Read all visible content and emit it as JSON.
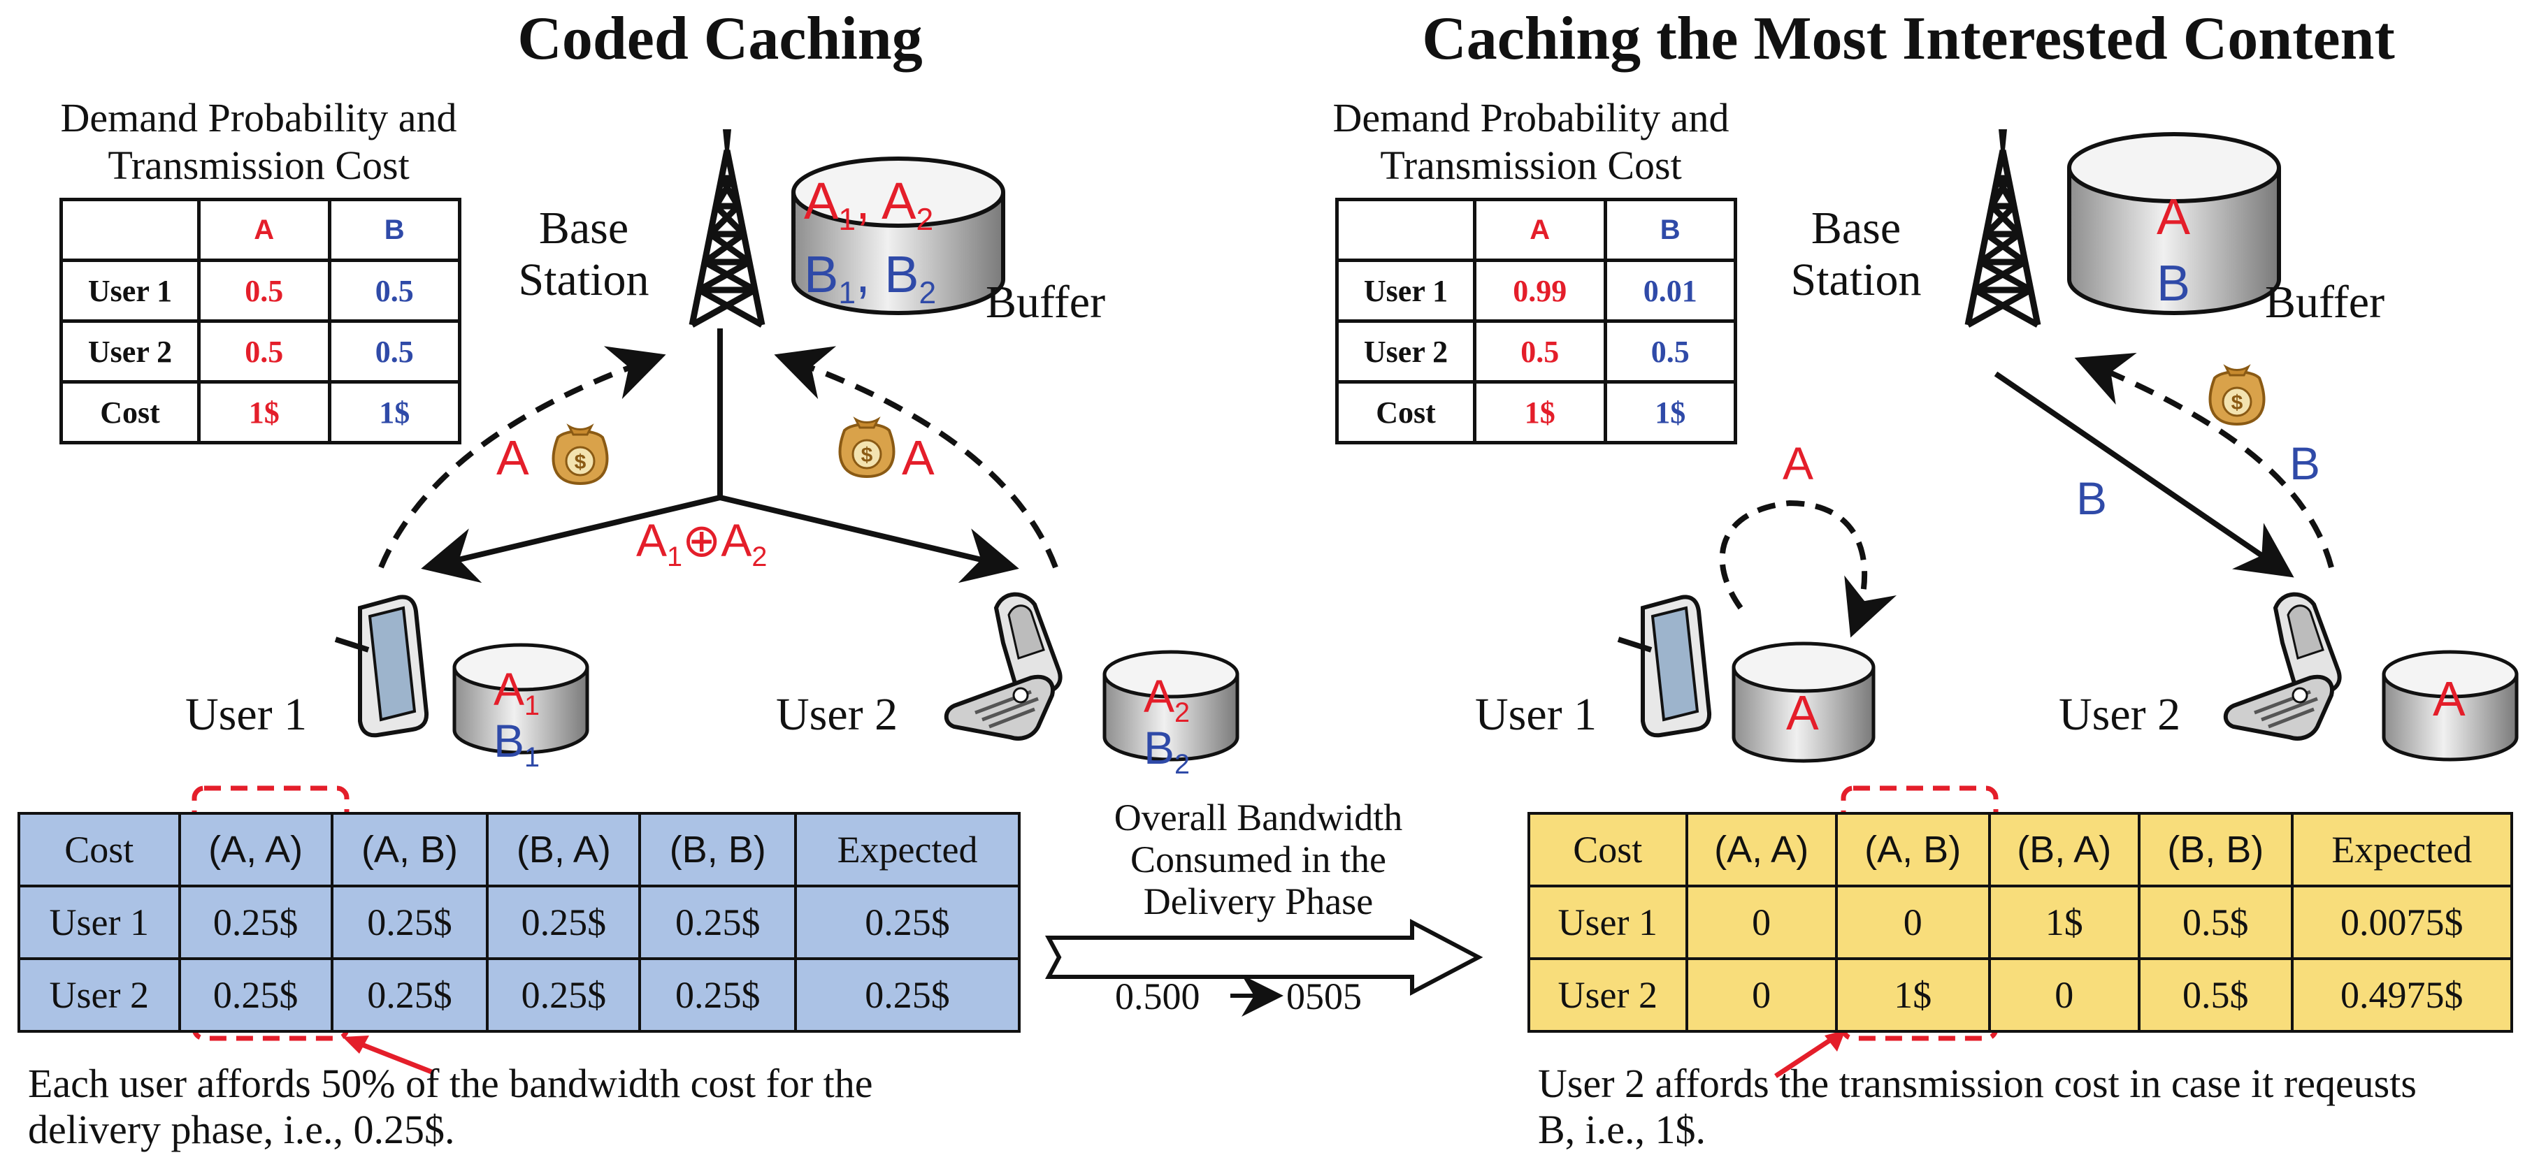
{
  "left": {
    "title": "Coded Caching",
    "table_title_line1": "Demand Probability and",
    "table_title_line2": "Transmission Cost",
    "demand_table": {
      "headers": [
        "",
        "A",
        "B"
      ],
      "rows": [
        [
          "User 1",
          "0.5",
          "0.5"
        ],
        [
          "User 2",
          "0.5",
          "0.5"
        ],
        [
          "Cost",
          "1$",
          "1$"
        ]
      ]
    },
    "base_station_line1": "Base",
    "base_station_line2": "Station",
    "buffer_label": "Buffer",
    "buffer_line1": "A1, A2",
    "buffer_line2": "B1, B2",
    "xor_label": "A1⊕A2",
    "arrow_left_label": "A",
    "arrow_right_label": "A",
    "user1_label": "User 1",
    "user2_label": "User 2",
    "user1_cache": [
      "A1",
      "B1"
    ],
    "user2_cache": [
      "A2",
      "B2"
    ],
    "cost_table": {
      "headers": [
        "Cost",
        "(A, A)",
        "(A, B)",
        "(B, A)",
        "(B, B)",
        "Expected"
      ],
      "rows": [
        [
          "User 1",
          "0.25$",
          "0.25$",
          "0.25$",
          "0.25$",
          "0.25$"
        ],
        [
          "User 2",
          "0.25$",
          "0.25$",
          "0.25$",
          "0.25$",
          "0.25$"
        ]
      ]
    },
    "note_line1": "Each user affords 50% of the bandwidth cost for the",
    "note_line2": "delivery phase, i.e., 0.25$."
  },
  "middle": {
    "line1": "Overall Bandwidth",
    "line2": "Consumed in the",
    "line3": "Delivery Phase",
    "from_value": "0.500",
    "to_value": "0505"
  },
  "right": {
    "title": "Caching the Most Interested Content",
    "table_title_line1": "Demand Probability and",
    "table_title_line2": "Transmission Cost",
    "demand_table": {
      "headers": [
        "",
        "A",
        "B"
      ],
      "rows": [
        [
          "User 1",
          "0.99",
          "0.01"
        ],
        [
          "User 2",
          "0.5",
          "0.5"
        ],
        [
          "Cost",
          "1$",
          "1$"
        ]
      ]
    },
    "base_station_line1": "Base",
    "base_station_line2": "Station",
    "buffer_label": "Buffer",
    "buffer_line1": "A",
    "buffer_line2": "B",
    "user1_label": "User 1",
    "user2_label": "User 2",
    "user1_cache": "A",
    "user2_cache": "A",
    "loop_label": "A",
    "arrow_b_label_left": "B",
    "arrow_b_label_right": "B",
    "cost_table": {
      "headers": [
        "Cost",
        "(A, A)",
        "(A, B)",
        "(B, A)",
        "(B, B)",
        "Expected"
      ],
      "rows": [
        [
          "User 1",
          "0",
          "0",
          "1$",
          "0.5$",
          "0.0075$"
        ],
        [
          "User 2",
          "0",
          "1$",
          "0",
          "0.5$",
          "0.4975$"
        ]
      ]
    },
    "note_line1": "User 2 affords the transmission cost in case it reqeusts",
    "note_line2": "B, i.e., 1$."
  },
  "icons": [
    "money-bag-icon",
    "base-station-tower-icon",
    "tablet-icon",
    "flip-phone-icon",
    "cache-cylinder-icon"
  ],
  "colors": {
    "red": "#e41e2a",
    "blue": "#2f4aa8",
    "left_table_bg": "#abc2e5",
    "right_table_bg": "#f8dd7b",
    "highlight": "#e41e2a"
  }
}
